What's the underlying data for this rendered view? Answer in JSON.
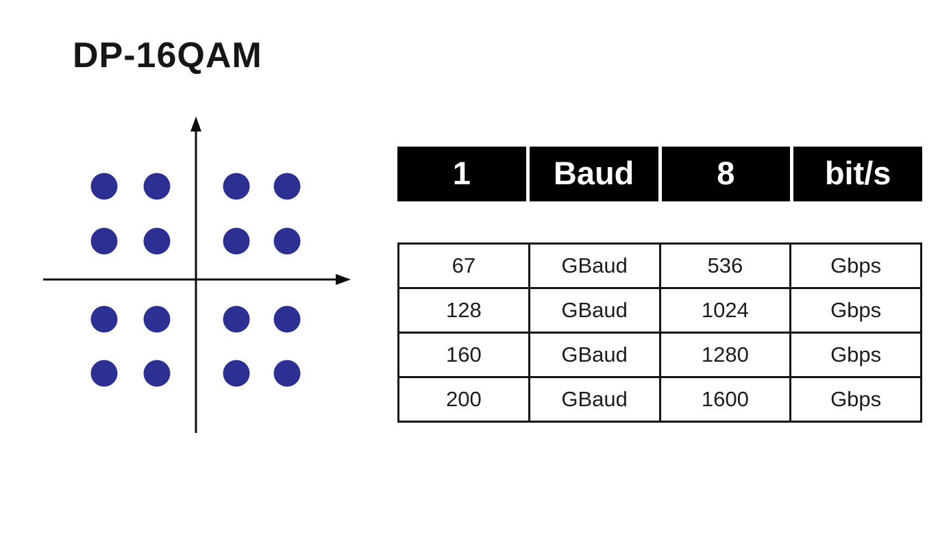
{
  "page": {
    "title": "DP-16QAM",
    "background": "#ffffff"
  },
  "constellation": {
    "label": "DP-16QAM constellation diagram",
    "grid": "4x4",
    "point_count": 16,
    "dot_color": "#2b3092",
    "axis_color": "#0d0d0d"
  },
  "table": {
    "header": {
      "bg": "#010101",
      "text_color": "#ffffff",
      "cells": [
        "1",
        "Baud",
        "8",
        "bit/s"
      ]
    },
    "rows": [
      {
        "cells": [
          "67",
          "GBaud",
          "536",
          "Gbps"
        ]
      },
      {
        "cells": [
          "128",
          "GBaud",
          "1024",
          "Gbps"
        ]
      },
      {
        "cells": [
          "160",
          "GBaud",
          "1280",
          "Gbps"
        ]
      },
      {
        "cells": [
          "200",
          "GBaud",
          "1600",
          "Gbps"
        ]
      }
    ]
  },
  "chart_data": [
    {
      "type": "scatter",
      "title": "DP-16QAM",
      "x": [
        -3,
        -1,
        1,
        3,
        -3,
        -1,
        1,
        3,
        -3,
        -1,
        1,
        3,
        -3,
        -1,
        1,
        3
      ],
      "y": [
        3,
        3,
        3,
        3,
        1,
        1,
        1,
        1,
        -1,
        -1,
        -1,
        -1,
        -3,
        -3,
        -3,
        -3
      ],
      "xlabel": "",
      "ylabel": "",
      "xlim": [
        -4.5,
        4.5
      ],
      "ylim": [
        -4.5,
        4.5
      ],
      "grid": false,
      "legend": false,
      "marker_color": "#2b3092"
    },
    {
      "type": "table",
      "columns": [
        "1",
        "Baud",
        "8",
        "bit/s"
      ],
      "rows": [
        [
          "67",
          "GBaud",
          "536",
          "Gbps"
        ],
        [
          "128",
          "GBaud",
          "1024",
          "Gbps"
        ],
        [
          "160",
          "GBaud",
          "1280",
          "Gbps"
        ],
        [
          "200",
          "GBaud",
          "1600",
          "Gbps"
        ]
      ]
    }
  ]
}
